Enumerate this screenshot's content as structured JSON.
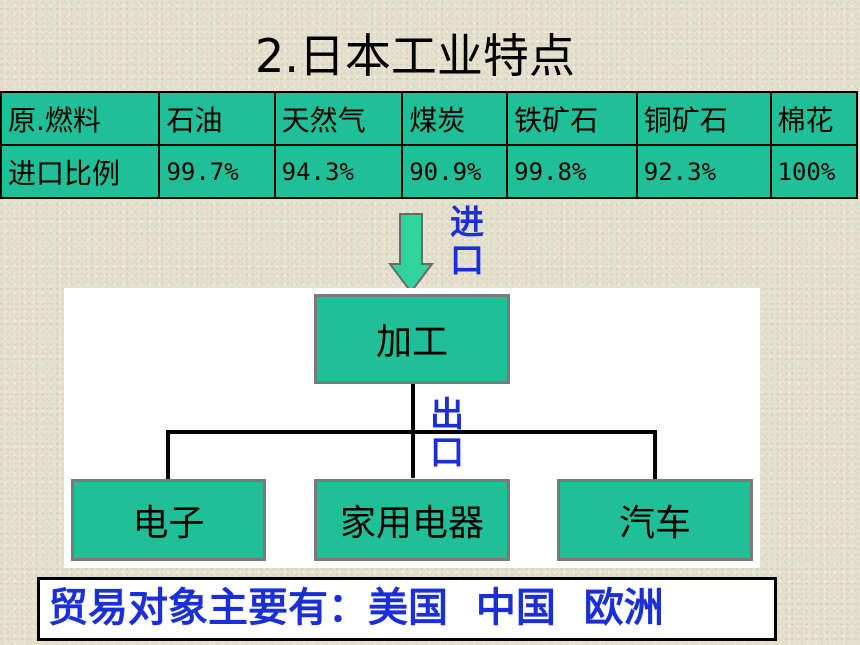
{
  "title": "2.日本工业特点",
  "table": {
    "header": [
      "原.燃料",
      "石油",
      "天然气",
      "煤炭",
      "铁矿石",
      "铜矿石",
      "棉花"
    ],
    "values": [
      "进口比例",
      "99.7%",
      "94.3%",
      "90.9%",
      "99.8%",
      "92.3%",
      "100%"
    ]
  },
  "diagram": {
    "import_label": "进口",
    "process_box": "加工",
    "export_label": "出口",
    "products": [
      "电子",
      "家用电器",
      "汽车"
    ]
  },
  "partners": "贸易对象主要有：美国  中国  欧洲",
  "colors": {
    "box_fill": "#1fbf98",
    "label_blue": "#1b2fd8",
    "arrow_fill": "#2fd39b"
  }
}
